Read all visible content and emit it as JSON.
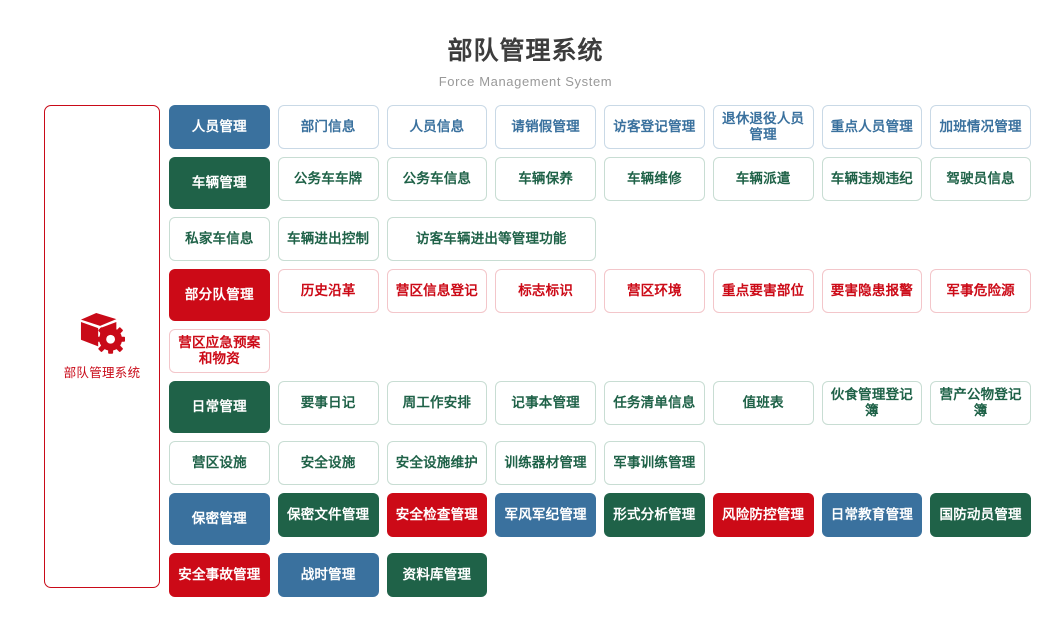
{
  "header": {
    "title": "部队管理系统",
    "subtitle": "Force Management System"
  },
  "sidebar": {
    "brand_label": "部队管理系统",
    "icon": "box-gear-icon",
    "border_color": "#c90a18"
  },
  "colors": {
    "blue": "#3a719e",
    "green": "#1f6248",
    "red": "#cc0a17",
    "title": "#3d3d3d",
    "subtitle": "#999999"
  },
  "categories": [
    {
      "label": "人员管理",
      "color": "blue",
      "filled_items": false,
      "items": [
        {
          "label": "部门信息",
          "color": "blue",
          "span": 1
        },
        {
          "label": "人员信息",
          "color": "blue",
          "span": 1
        },
        {
          "label": "请销假管理",
          "color": "blue",
          "span": 1
        },
        {
          "label": "访客登记管理",
          "color": "blue",
          "span": 1
        },
        {
          "label": "退休退役人员管理",
          "color": "blue",
          "span": 1
        },
        {
          "label": "重点人员管理",
          "color": "blue",
          "span": 1
        },
        {
          "label": "加班情况管理",
          "color": "blue",
          "span": 1
        }
      ]
    },
    {
      "label": "车辆管理",
      "color": "green",
      "filled_items": false,
      "items": [
        {
          "label": "公务车车牌",
          "color": "green",
          "span": 1
        },
        {
          "label": "公务车信息",
          "color": "green",
          "span": 1
        },
        {
          "label": "车辆保养",
          "color": "green",
          "span": 1
        },
        {
          "label": "车辆维修",
          "color": "green",
          "span": 1
        },
        {
          "label": "车辆派遣",
          "color": "green",
          "span": 1
        },
        {
          "label": "车辆违规违纪",
          "color": "green",
          "span": 1
        },
        {
          "label": "驾驶员信息",
          "color": "green",
          "span": 1
        },
        {
          "label": "私家车信息",
          "color": "green",
          "span": 1,
          "new_row": true
        },
        {
          "label": "车辆进出控制",
          "color": "green",
          "span": 1
        },
        {
          "label": "访客车辆进出等管理功能",
          "color": "green",
          "span": 2
        }
      ]
    },
    {
      "label": "部分队管理",
      "color": "red",
      "filled_items": false,
      "items": [
        {
          "label": "历史沿革",
          "color": "red",
          "span": 1
        },
        {
          "label": "营区信息登记",
          "color": "red",
          "span": 1
        },
        {
          "label": "标志标识",
          "color": "red",
          "span": 1
        },
        {
          "label": "营区环境",
          "color": "red",
          "span": 1
        },
        {
          "label": "重点要害部位",
          "color": "red",
          "span": 1
        },
        {
          "label": "要害隐患报警",
          "color": "red",
          "span": 1
        },
        {
          "label": "军事危险源",
          "color": "red",
          "span": 1
        },
        {
          "label": "营区应急预案和物资",
          "color": "red",
          "span": 2,
          "new_row": true
        }
      ]
    },
    {
      "label": "日常管理",
      "color": "green",
      "filled_items": false,
      "items": [
        {
          "label": "要事日记",
          "color": "green",
          "span": 1
        },
        {
          "label": "周工作安排",
          "color": "green",
          "span": 1
        },
        {
          "label": "记事本管理",
          "color": "green",
          "span": 1
        },
        {
          "label": "任务清单信息",
          "color": "green",
          "span": 1
        },
        {
          "label": "值班表",
          "color": "green",
          "span": 1
        },
        {
          "label": "伙食管理登记簿",
          "color": "green",
          "span": 1
        },
        {
          "label": "营产公物登记簿",
          "color": "green",
          "span": 1
        },
        {
          "label": "营区设施",
          "color": "green",
          "span": 1,
          "new_row": true
        },
        {
          "label": "安全设施",
          "color": "green",
          "span": 1
        },
        {
          "label": "安全设施维护",
          "color": "green",
          "span": 1
        },
        {
          "label": "训练器材管理",
          "color": "green",
          "span": 1
        },
        {
          "label": "军事训练管理",
          "color": "green",
          "span": 1
        }
      ]
    },
    {
      "label": "保密管理",
      "color": "blue",
      "filled_items": true,
      "items": [
        {
          "label": "保密文件管理",
          "color": "green",
          "span": 1
        },
        {
          "label": "安全检查管理",
          "color": "red",
          "span": 1
        },
        {
          "label": "军风军纪管理",
          "color": "blue",
          "span": 1
        },
        {
          "label": "形式分析管理",
          "color": "green",
          "span": 1
        },
        {
          "label": "风险防控管理",
          "color": "red",
          "span": 1
        },
        {
          "label": "日常教育管理",
          "color": "blue",
          "span": 1
        },
        {
          "label": "国防动员管理",
          "color": "green",
          "span": 1
        },
        {
          "label": "安全事故管理",
          "color": "red",
          "span": 1,
          "new_row": true,
          "start_col1": true
        },
        {
          "label": "战时管理",
          "color": "blue",
          "span": 1
        },
        {
          "label": "资料库管理",
          "color": "green",
          "span": 1
        }
      ]
    }
  ]
}
